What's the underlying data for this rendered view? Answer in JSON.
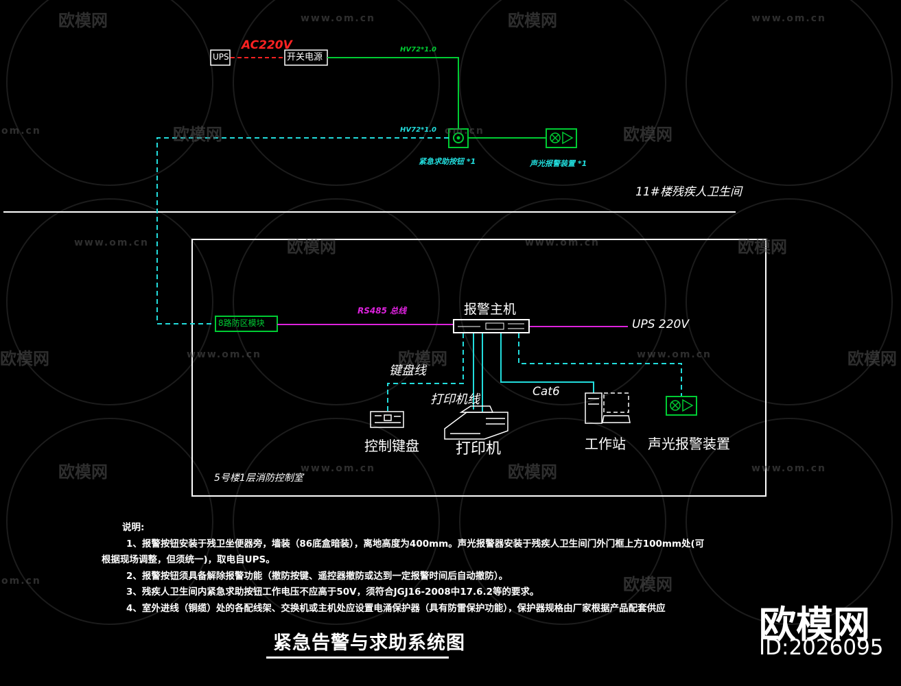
{
  "diagram": {
    "title": "紧急告警与求助系统图",
    "ups_label": "UPS",
    "ac_label": "AC220V",
    "switch_power": "开关电源",
    "cable_top": "HV72*1.0",
    "cable_mid": "HV72*1.0",
    "emergency_button": "紧急求助按钮 *1",
    "sound_light_device_top": "声光报警装置 *1",
    "room_label": "11#楼残疾人卫生间",
    "zone_module": "8路防区模块",
    "rs485": "RS485 总线",
    "alarm_host": "报警主机",
    "ups_220": "UPS 220V",
    "keyboard_line": "键盘线",
    "printer_line": "打印机线",
    "cat6": "Cat6",
    "control_keyboard": "控制键盘",
    "printer": "打印机",
    "workstation": "工作站",
    "sound_light_device": "声光报警装置",
    "control_room": "5号楼1层消防控制室"
  },
  "notes": {
    "heading": "说明:",
    "line1": "1、报警按钮安装于残卫坐便器旁，墙装（86底盒暗装），离地高度为400mm。声光报警器安装于残疾人卫生间门外门框上方100mm处(可",
    "line1b": "根据现场调整，但须统一)，取电自UPS。",
    "line2": "2、报警按钮须具备解除报警功能（撤防按键、遥控器撤防或达到一定报警时间后自动撤防）。",
    "line3": "3、残疾人卫生间内紧急求助按钮工作电压不应高于50V，须符合JGJ16-2008中17.6.2等的要求。",
    "line4": "4、室外进线（铜缆）处的各配线架、交换机或主机处应设置电涌保护器（具有防雷保护功能），保护器规格由厂家根据产品配套供应"
  },
  "watermark": {
    "brand": "欧模网",
    "url": "www.om.cn",
    "url_short": "om.cn",
    "id": "ID:2026095"
  },
  "colors": {
    "green": "#00cc33",
    "cyan": "#22dddd",
    "magenta": "#dd22dd",
    "red": "#ff2222",
    "white": "#ffffff"
  }
}
